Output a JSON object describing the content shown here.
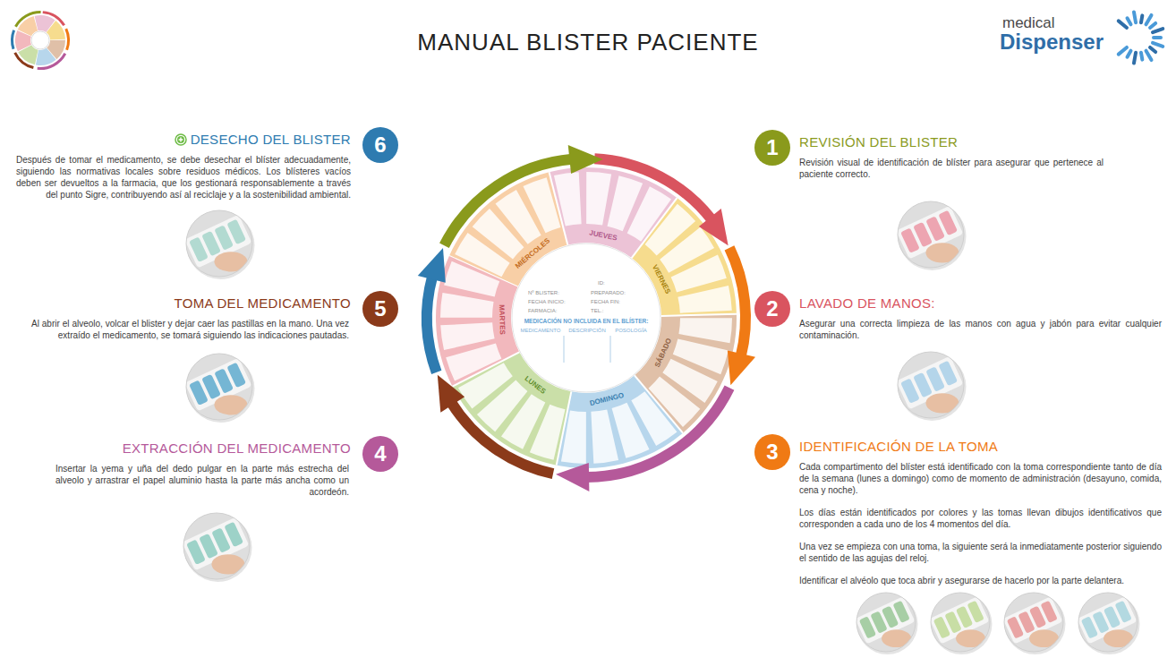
{
  "diagram": {
    "title": "MANUAL BLISTER PACIENTE",
    "nodes": [
      {
        "text": [
          "1",
          "REVISIÓN DEL BLISTER",
          "Revisión visual de identificación de blíster para asegurar que pertenece al paciente correcto."
        ]
      },
      {
        "text": [
          "2",
          "LAVADO DE MANOS:",
          "Asegurar una correcta limpieza de las manos con agua y jabón para evitar cualquier contaminación."
        ]
      },
      {
        "text": [
          "3",
          "IDENTIFICACIÓN DE LA TOMA",
          "Cada compartimento del blíster está identificado con la toma correspondiente tanto de día de la semana (lunes a domingo) como de momento de administración (desayuno, comida, cena y noche).",
          "Los días están identificados por colores y las tomas llevan dibujos identificativos que corresponden a cada uno de los 4 momentos del día.",
          "Una vez se empieza con una toma, la siguiente será la inmediatamente posterior siguiendo el sentido de las agujas del reloj.",
          "Identificar el alvéolo que toca abrir y asegurarse de hacerlo por la parte delantera."
        ]
      },
      {
        "text": [
          "4",
          "EXTRACCIÓN DEL MEDICAMENTO",
          "Insertar la yema y uña del dedo pulgar en la parte más estrecha del alveolo y arrastrar el papel aluminio hasta la parte más ancha como un acordeón."
        ]
      },
      {
        "text": [
          "5",
          "TOMA DEL MEDICAMENTO",
          "Al abrir el alveolo, volcar el blister y dejar caer las pastillas en la mano. Una vez extraído el medicamento, se tomará siguiendo las indicaciones pautadas."
        ]
      },
      {
        "text": [
          "6",
          "DESECHO DEL BLISTER",
          "Después de tomar el medicamento, se debe desechar el blíster adecuadamente, siguiendo las normativas locales sobre residuos médicos. Los blísteres vacíos deben ser devueltos a la farmacia, que los gestionará responsablemente a través del punto Sigre, contribuyendo así al reciclaje y a la sostenibilidad ambiental."
        ]
      }
    ],
    "labels": [
      "medical",
      "Dispenser",
      "JUEVES",
      "VIERNES",
      "SÁBADO",
      "DOMINGO",
      "LUNES",
      "MARTES",
      "MIÉRCOLES",
      "ID:",
      "Nº BLISTER:",
      "PREPARADO:",
      "FECHA INICIO:",
      "FECHA FIN:",
      "FARMACIA:",
      "TEL.:",
      "MEDICACIÓN NO INCLUIDA EN EL BLÍSTER:",
      "MEDICAMENTO",
      "DESCRIPCIÓN",
      "POSOLOGÍA"
    ]
  }
}
